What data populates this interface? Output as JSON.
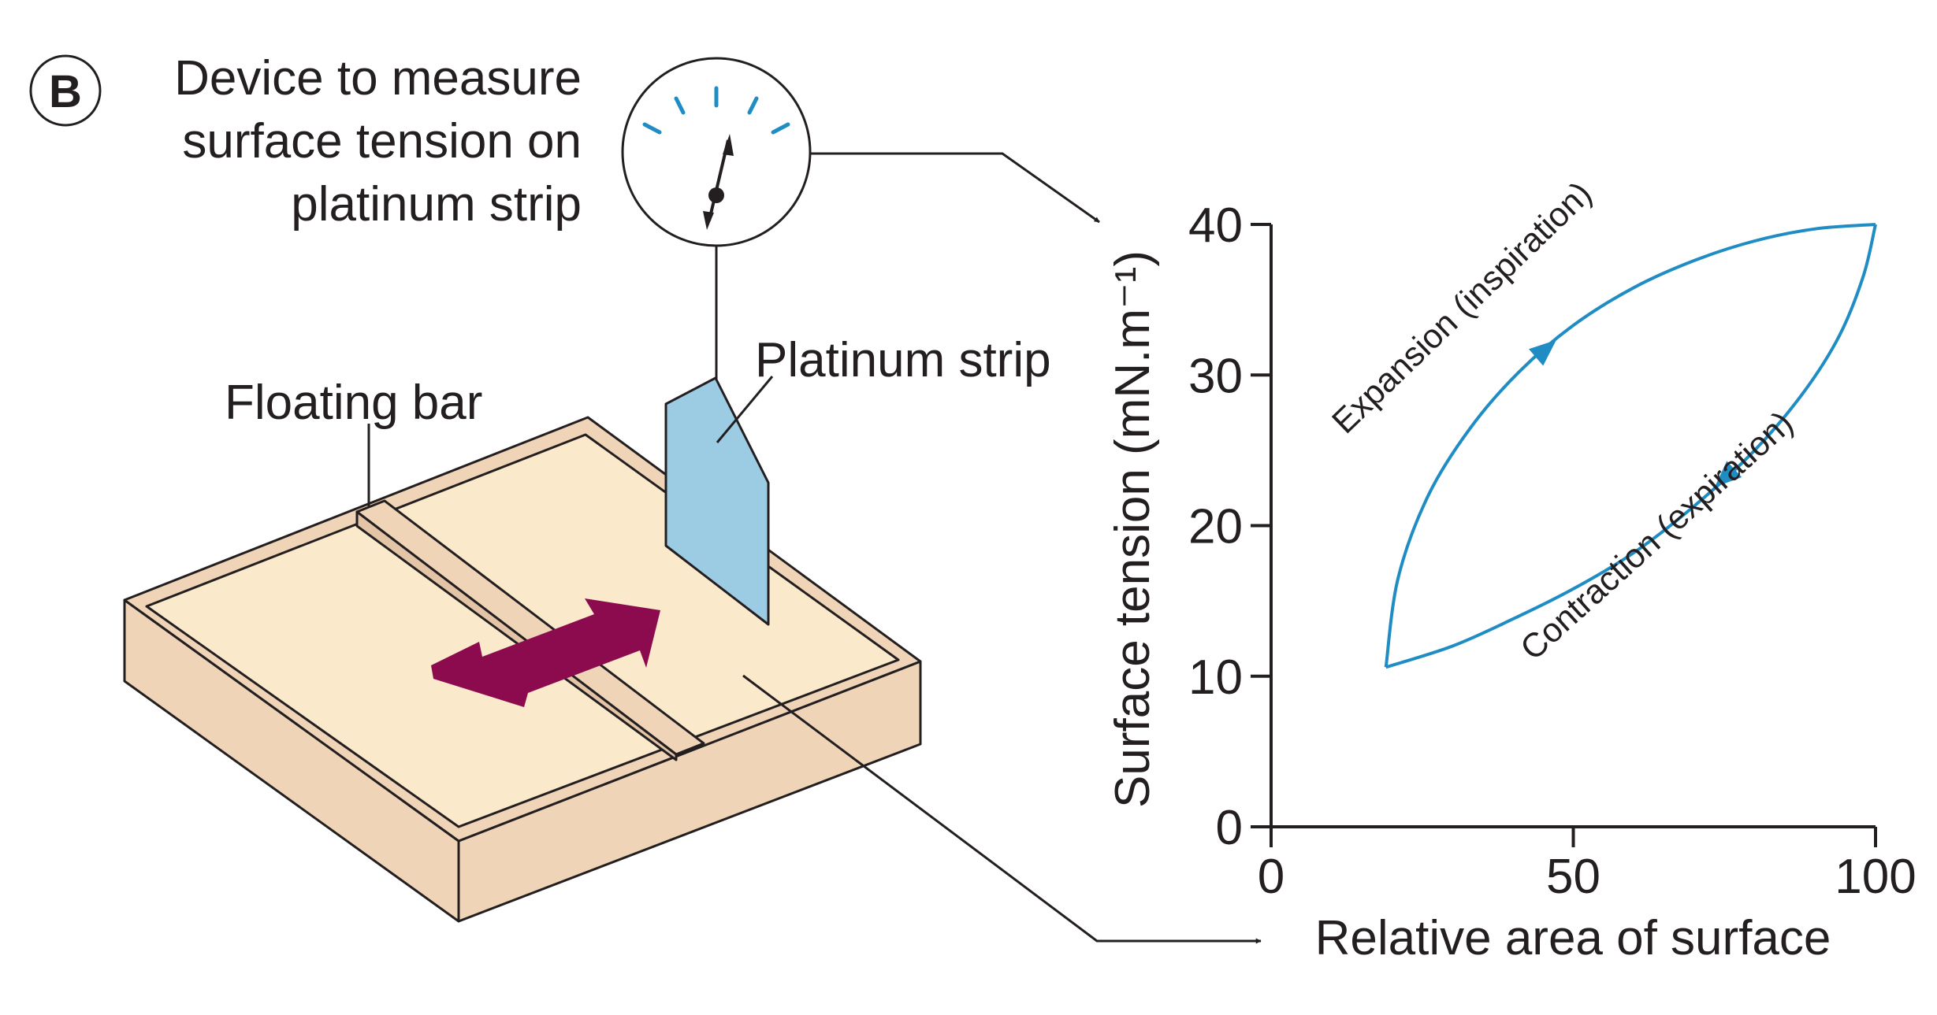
{
  "panel": {
    "letter": "B",
    "caption_lines": [
      "Device to measure",
      "surface tension on",
      "platinum strip"
    ]
  },
  "labels": {
    "platinum_strip": "Platinum strip",
    "floating_bar": "Floating bar"
  },
  "colors": {
    "tray_light": "#fbe9cc",
    "tray_side": "#efd4b8",
    "strip": "#9ccbe4",
    "arrow": "#8c0a4e",
    "curve": "#1f8dc4",
    "ink": "#231f20"
  },
  "chart_data": {
    "type": "line",
    "xlabel": "Relative area of surface",
    "ylabel": "Surface tension (mN.m⁻¹)",
    "xlim": [
      0,
      100
    ],
    "ylim": [
      0,
      40
    ],
    "x_ticks": [
      "0",
      "50",
      "100"
    ],
    "y_ticks": [
      "0",
      "10",
      "20",
      "30",
      "40"
    ],
    "series": [
      {
        "name": "Expansion (inspiration)",
        "x": [
          19,
          21,
          26,
          33,
          41,
          50,
          60,
          70,
          80,
          90,
          100
        ],
        "y": [
          10.6,
          16.5,
          22.0,
          26.5,
          30.2,
          33.3,
          35.8,
          37.6,
          38.9,
          39.7,
          40
        ]
      },
      {
        "name": "Contraction (expiration)",
        "x": [
          100,
          98,
          94,
          88,
          80,
          70,
          60,
          50,
          40,
          30,
          19
        ],
        "y": [
          40,
          36.6,
          32.6,
          28.8,
          25.0,
          21.3,
          18.2,
          15.8,
          13.8,
          12.0,
          10.6
        ]
      }
    ],
    "grid": false
  }
}
